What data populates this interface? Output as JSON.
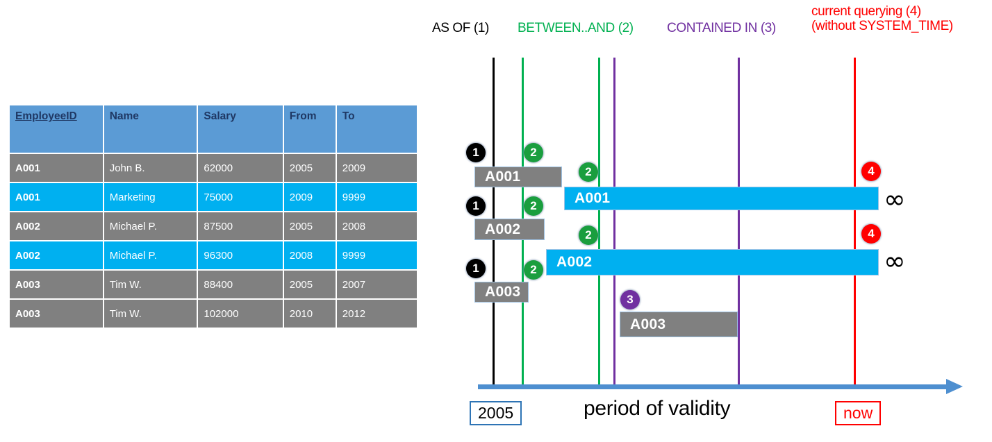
{
  "table": {
    "columns": [
      "EmployeeID",
      "Name",
      "Salary",
      "From",
      "To"
    ],
    "rows": [
      {
        "id": "A001",
        "name": "John  B.",
        "salary": "62000",
        "from": "2005",
        "to": "2009",
        "style": "gray"
      },
      {
        "id": "A001",
        "name": "Marketing",
        "salary": "75000",
        "from": "2009",
        "to": "9999",
        "style": "cyan"
      },
      {
        "id": "A002",
        "name": "Michael P.",
        "salary": "87500",
        "from": "2005",
        "to": "2008",
        "style": "gray"
      },
      {
        "id": "A002",
        "name": "Michael P.",
        "salary": "96300",
        "from": "2008",
        "to": "9999",
        "style": "cyan"
      },
      {
        "id": "A003",
        "name": "Tim W.",
        "salary": "88400",
        "from": "2005",
        "to": "2007",
        "style": "gray"
      },
      {
        "id": "A003",
        "name": "Tim W.",
        "salary": "102000",
        "from": "2010",
        "to": "2012",
        "style": "gray"
      }
    ],
    "colors": {
      "header_bg": "#5b9bd5",
      "header_text": "#1f3864",
      "gray_row": "#808080",
      "cyan_row": "#00b0f0"
    }
  },
  "diagram": {
    "legend": {
      "as_of": "AS OF (1)",
      "between_and": "BETWEEN..AND (2)",
      "contained_in": "CONTAINED IN (3)",
      "current_line1": "current querying (4)",
      "current_line2": "(without SYSTEM_TIME)"
    },
    "legend_colors": {
      "as_of": "#000000",
      "between_and": "#00b050",
      "contained_in": "#7030a0",
      "current": "#ff0000"
    },
    "bars": {
      "a001_hist": "A001",
      "a001_curr": "A001",
      "a002_hist": "A002",
      "a002_curr": "A002",
      "a003_hist": "A003",
      "a003_curr": "A003"
    },
    "badges": {
      "one": "1",
      "two": "2",
      "three": "3",
      "four": "4"
    },
    "infinity_symbol": "∞",
    "axis": {
      "start_label": "2005",
      "axis_title": "period of validity",
      "end_label": "now"
    }
  }
}
